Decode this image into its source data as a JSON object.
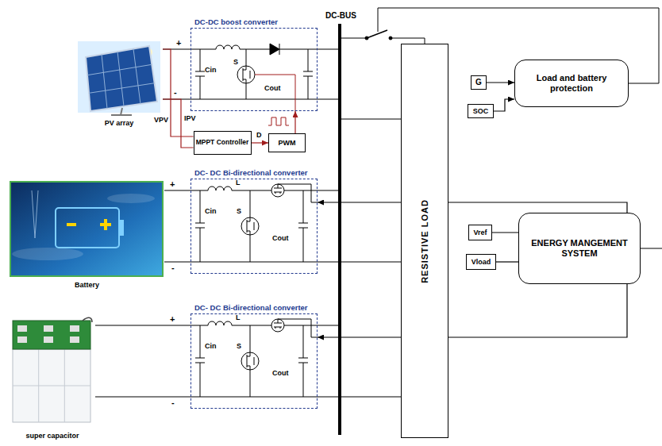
{
  "diagram": {
    "nodes": [
      {
        "text": [
          "PV array"
        ]
      },
      {
        "text": [
          "DC-DC boost converter"
        ]
      },
      {
        "text": [
          "MPPT Controller"
        ]
      },
      {
        "text": [
          "PWM"
        ]
      },
      {
        "text": [
          "Battery"
        ]
      },
      {
        "text": [
          "DC- DC Bi-directional converter"
        ]
      },
      {
        "text": [
          "super capacitor"
        ]
      },
      {
        "text": [
          "DC- DC Bi-directional converter"
        ]
      },
      {
        "text": [
          "RESISTIVE LOAD"
        ]
      },
      {
        "text": [
          "G"
        ]
      },
      {
        "text": [
          "SOC"
        ]
      },
      {
        "text": [
          "Load and battery protection"
        ]
      },
      {
        "text": [
          "Vref"
        ]
      },
      {
        "text": [
          "Vload"
        ]
      },
      {
        "text": [
          "ENERGY MANGEMENT SYSTEM"
        ]
      }
    ],
    "edges": [
      {
        "from": 0,
        "to": 1,
        "arrow": "none"
      },
      {
        "from": 0,
        "to": 1,
        "arrow": "none"
      },
      {
        "from": 0,
        "to": 2,
        "label": "VPV",
        "arrow": "none"
      },
      {
        "from": 0,
        "to": 2,
        "label": "IPV",
        "arrow": "none"
      },
      {
        "from": 2,
        "to": 3,
        "label": "D",
        "arrow": "to"
      },
      {
        "from": 3,
        "to": 1,
        "arrow": "to"
      },
      {
        "from": 4,
        "to": 5,
        "arrow": "none"
      },
      {
        "from": 4,
        "to": 5,
        "arrow": "none"
      },
      {
        "from": 6,
        "to": 7,
        "arrow": "none"
      },
      {
        "from": 6,
        "to": 7,
        "arrow": "none"
      },
      {
        "from": 9,
        "to": 11,
        "arrow": "to"
      },
      {
        "from": 10,
        "to": 11,
        "arrow": "to"
      },
      {
        "from": 12,
        "to": 14,
        "arrow": "none"
      },
      {
        "from": 13,
        "to": 14,
        "arrow": "none"
      },
      {
        "from": 14,
        "to": 5,
        "arrow": "to"
      },
      {
        "from": 14,
        "to": 7,
        "arrow": "to"
      }
    ],
    "labels": [
      "DC-BUS",
      "+",
      "-",
      "Cin",
      "S",
      "Cout",
      "+",
      "-",
      "L",
      "Cin",
      "S",
      "Cout",
      "+",
      "-",
      "L",
      "Cin",
      "S",
      "Cout"
    ]
  }
}
